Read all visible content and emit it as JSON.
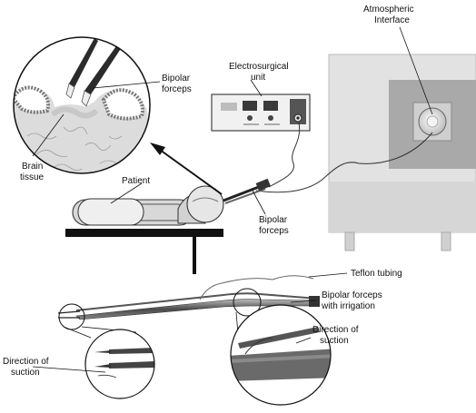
{
  "labels": {
    "atmospheric_interface_1": "Atmospheric",
    "atmospheric_interface_2": "Interface",
    "electrosurgical_unit_1": "Electrosurgical",
    "electrosurgical_unit_2": "unit",
    "bipolar_forceps_top_1": "Bipolar",
    "bipolar_forceps_top_2": "forceps",
    "brain_tissue_1": "Brain",
    "brain_tissue_2": "tissue",
    "patient": "Patient",
    "bipolar_forceps_mid_1": "Bipolar",
    "bipolar_forceps_mid_2": "forceps",
    "teflon_tubing": "Teflon tubing",
    "bipolar_irrigation_1": "Bipolar forceps",
    "bipolar_irrigation_2": "with irrigation",
    "direction_suction_right_1": "Direction of",
    "direction_suction_right_2": "suction",
    "direction_suction_left_1": "Direction of",
    "direction_suction_left_2": "suction"
  },
  "colors": {
    "ink": "#111111",
    "cabinet": "#e2e2e2",
    "cabinet_dark": "#a9a9a9",
    "unit_body": "#f1f1f1",
    "display": "#3a3a3a",
    "tissue": "#d9d9d9"
  }
}
